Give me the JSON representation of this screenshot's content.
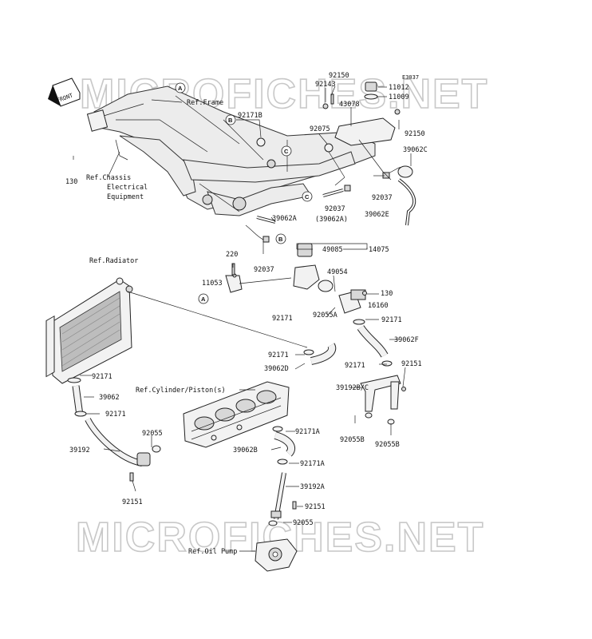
{
  "diagram_code": "E3037",
  "watermark": "MICROFICHES.NET",
  "front_arrow": "FRONT",
  "callout_letters": {
    "a": "A",
    "b": "B",
    "c": "C"
  },
  "labels": {
    "l92150a": "92150",
    "l92143": "92143",
    "l11012": "11012",
    "l11009": "11009",
    "l43078": "43078",
    "l92150b": "92150",
    "lRefFrame": "Ref.Frame",
    "l92171B": "92171B",
    "l92075": "92075",
    "l39062C": "39062C",
    "l130a": "130",
    "lRefChassis1": "Ref.Chassis",
    "lRefChassis2": "Electrical",
    "lRefChassis3": "Equipment",
    "l92037a": "92037",
    "l39062Ap": "(39062A)",
    "l92037b": "92037",
    "l39062E": "39062E",
    "l39062A": "39062A",
    "l220": "220",
    "l92037c": "92037",
    "l49085": "49085",
    "l14075": "14075",
    "lRefRadiator": "Ref.Radiator",
    "l11053": "11053",
    "l49054": "49054",
    "l130b": "130",
    "l16160": "16160",
    "l92055A": "92055A",
    "l92171a": "92171",
    "l92171b": "92171",
    "l39062F": "39062F",
    "l92171c": "92171",
    "l39062D": "39062D",
    "l92171d": "92171",
    "l92151a": "92151",
    "l92171e": "92171",
    "l39062": "39062",
    "lRefCyl": "Ref.Cylinder/Piston(s)",
    "l39192BC": "39192B/C",
    "l92171f": "92171",
    "l92171A": "92171A",
    "l92055Ba": "92055B",
    "l92055Bb": "92055B",
    "l92055": "92055",
    "l39192": "39192",
    "l39062B": "39062B",
    "l92171Ab": "92171A",
    "l39192A": "39192A",
    "l92151b": "92151",
    "l92151c": "92151",
    "l92055b": "92055",
    "lRefOil": "Ref.Oil Pump"
  }
}
